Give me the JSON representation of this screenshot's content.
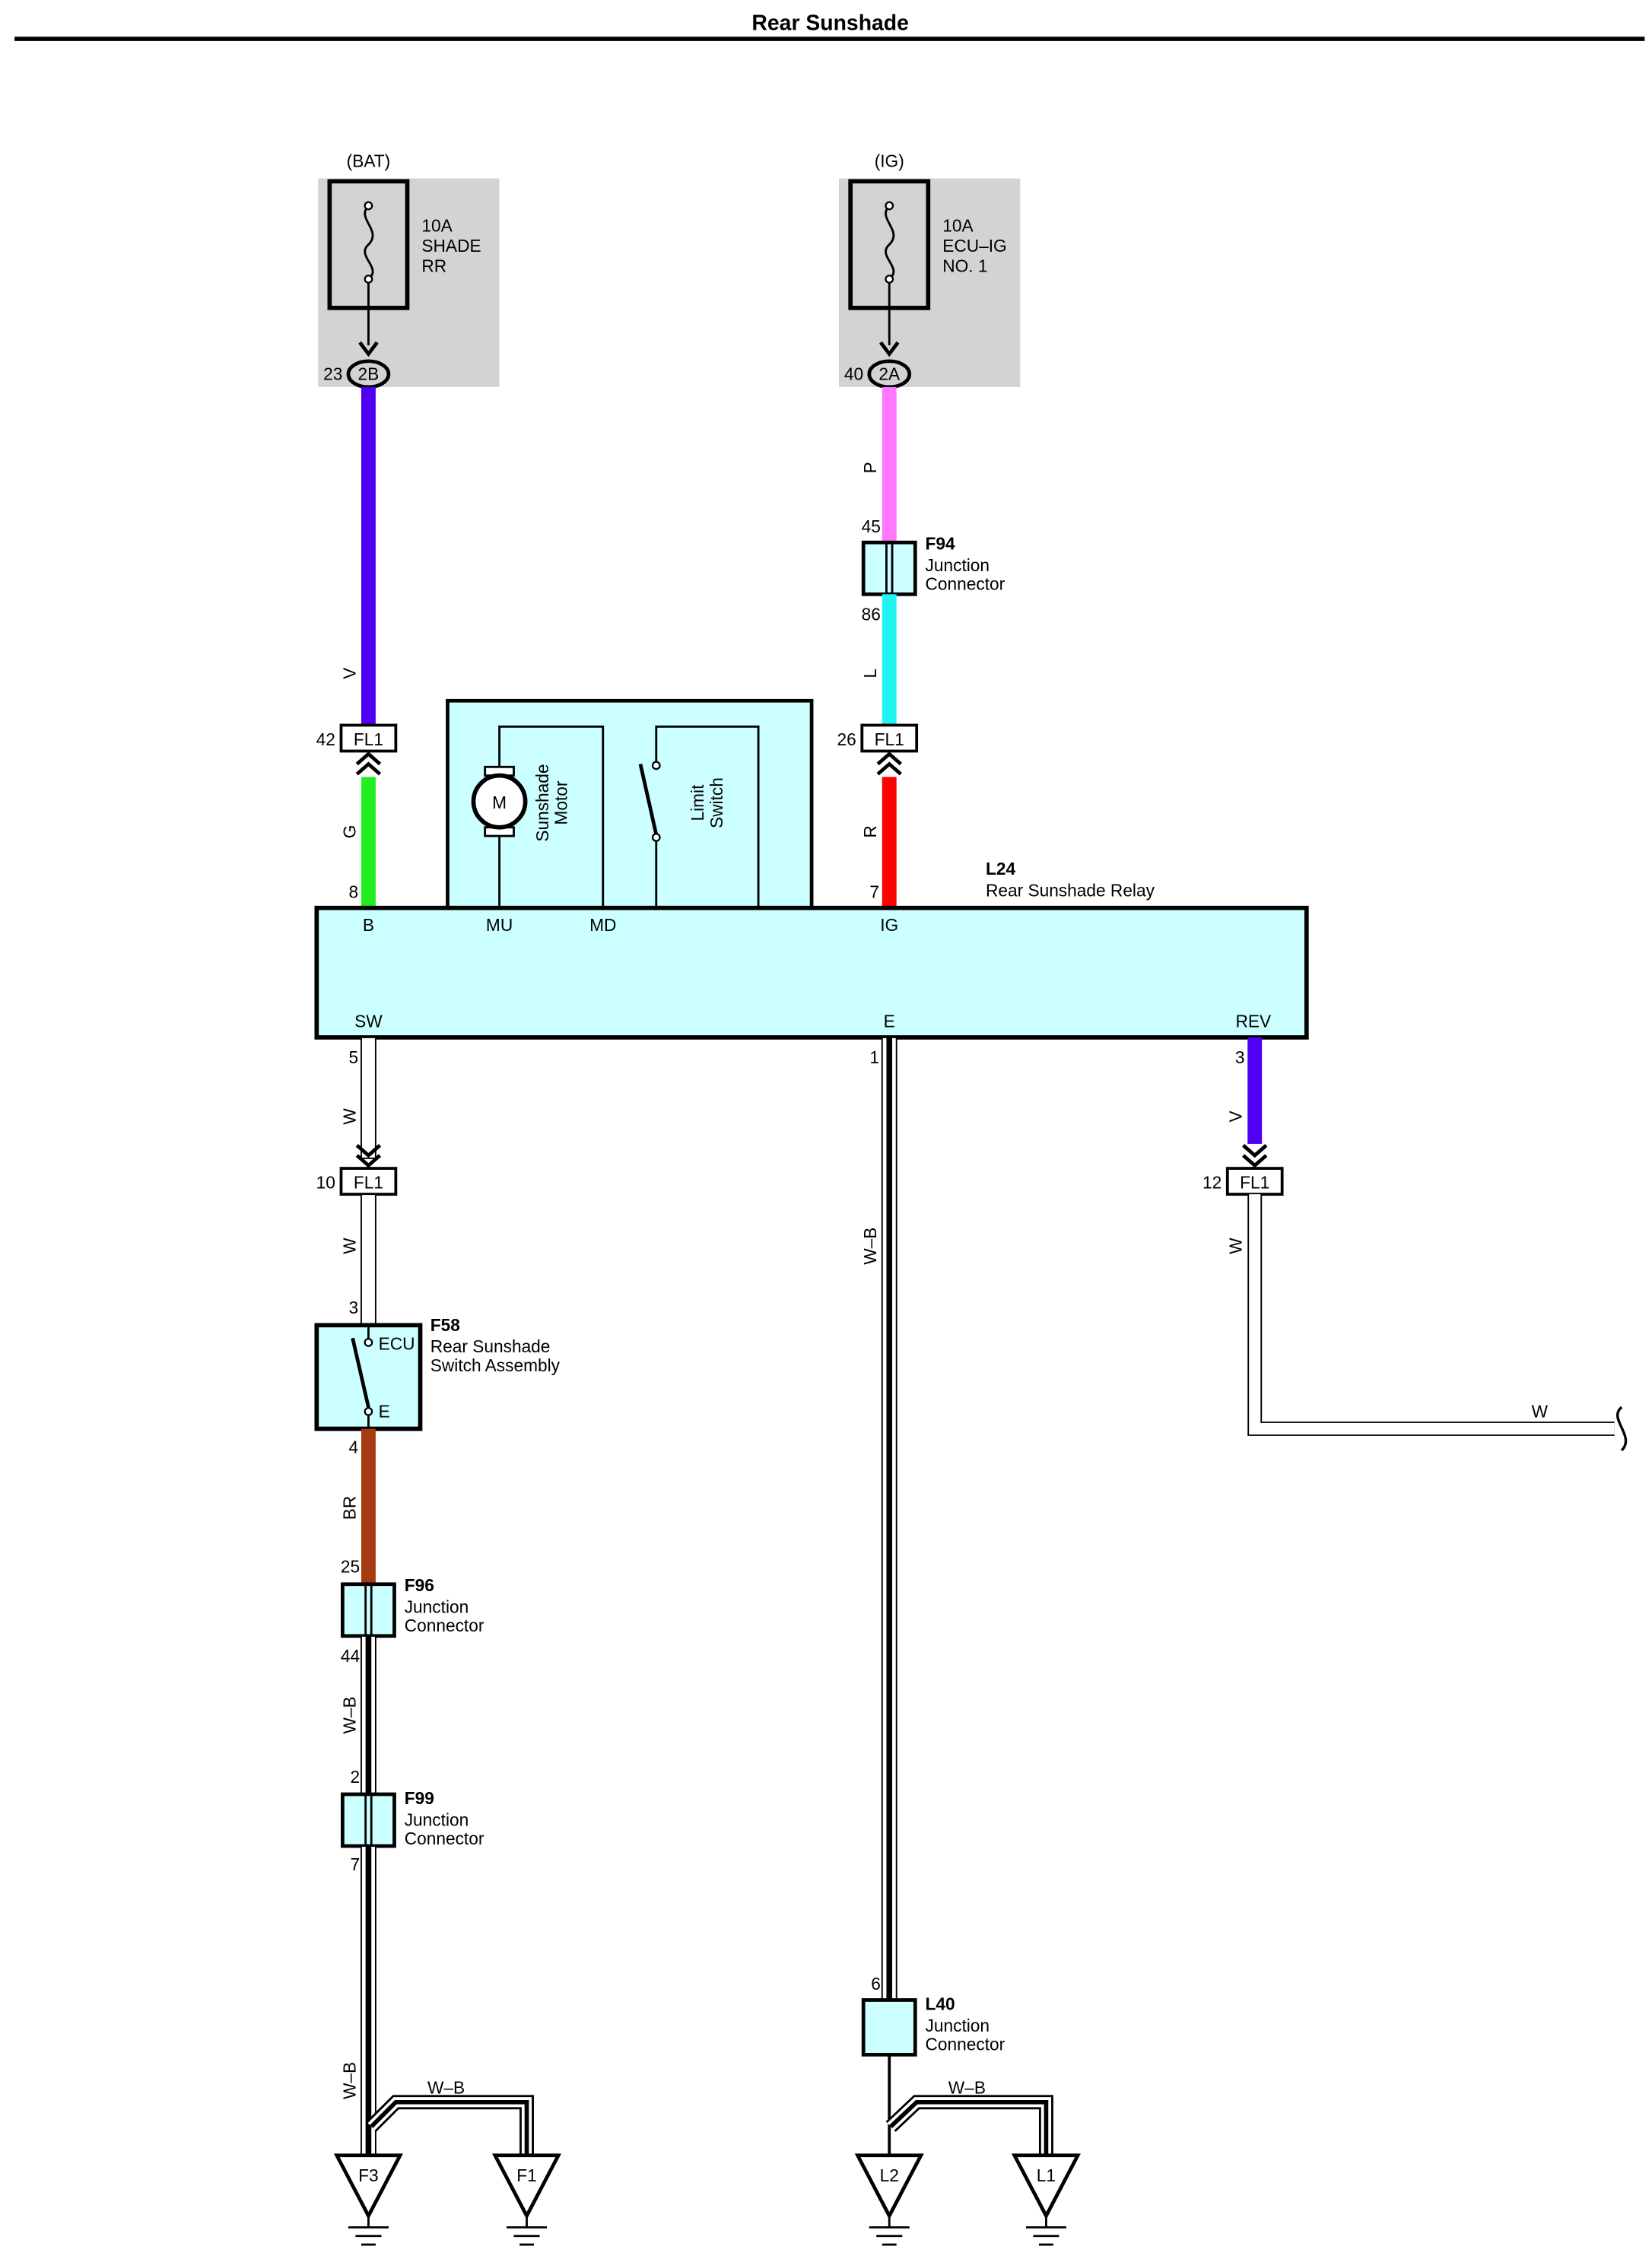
{
  "title": "Rear Sunshade",
  "colors": {
    "V": "#5000f0",
    "G": "#22ee22",
    "P": "#ff77ff",
    "L": "#22f4f4",
    "R": "#ff0000",
    "W": "#ffffff",
    "BR": "#a63a12",
    "W-B": "#ffffff",
    "component": "#ccffff",
    "fuse_box": "#d3d3d3"
  },
  "fuses": [
    {
      "source": "(BAT)",
      "rating": "10A",
      "name_lines": [
        "SHADE",
        "RR"
      ],
      "pin": "23",
      "connector": "2B"
    },
    {
      "source": "(IG)",
      "rating": "10A",
      "name_lines": [
        "ECU–IG",
        "NO. 1"
      ],
      "pin": "40",
      "connector": "2A"
    }
  ],
  "relay": {
    "id": "L24",
    "name": "Rear Sunshade Relay",
    "terminals_top": [
      "B",
      "MU",
      "MD",
      "IG"
    ],
    "terminals_bottom": [
      "SW",
      "E",
      "REV"
    ],
    "motor_symbol": "M",
    "motor_label_lines": [
      "Sunshade",
      "Motor"
    ],
    "limit_label_lines": [
      "Limit",
      "Switch"
    ]
  },
  "junctions": {
    "F94": {
      "id": "F94",
      "lines": [
        "Junction",
        "Connector"
      ],
      "pin_in": "45",
      "pin_out": "86"
    },
    "F96": {
      "id": "F96",
      "lines": [
        "Junction",
        "Connector"
      ],
      "pin_in": "25",
      "pin_out": "44"
    },
    "F99": {
      "id": "F99",
      "lines": [
        "Junction",
        "Connector"
      ],
      "pin_in": "2",
      "pin_out": "7"
    },
    "L40": {
      "id": "L40",
      "lines": [
        "Junction",
        "Connector"
      ],
      "pin_in": "6"
    }
  },
  "switch": {
    "id": "F58",
    "lines": [
      "Rear Sunshade",
      "Switch Assembly"
    ],
    "term_ecu": "ECU",
    "term_e": "E",
    "pin_top": "3",
    "pin_bottom": "4"
  },
  "fl1": [
    {
      "pin": "42",
      "name": "FL1"
    },
    {
      "pin": "26",
      "name": "FL1"
    },
    {
      "pin": "10",
      "name": "FL1"
    },
    {
      "pin": "12",
      "name": "FL1"
    }
  ],
  "wires": {
    "bat_to_fl1": "V",
    "fl1_to_b": "G",
    "b_pin": "8",
    "ig_fuse_to_f94": "P",
    "f94_to_fl1": "L",
    "fl1_to_ig": "R",
    "ig_pin": "7",
    "sw_pin": "5",
    "sw_to_fl1": "W",
    "fl1_to_switch": "W",
    "switch_to_f96": "BR",
    "f96_to_f99": "W–B",
    "f99_to_ground": "W–B",
    "e_pin": "1",
    "e_to_l40": "W–B",
    "rev_pin": "3",
    "rev_to_fl1": "V",
    "fl1_to_out": "W",
    "out_horizontal": "W",
    "f_ground_link": "W–B",
    "l_ground_link": "W–B"
  },
  "grounds": [
    "F3",
    "F1",
    "L2",
    "L1"
  ]
}
